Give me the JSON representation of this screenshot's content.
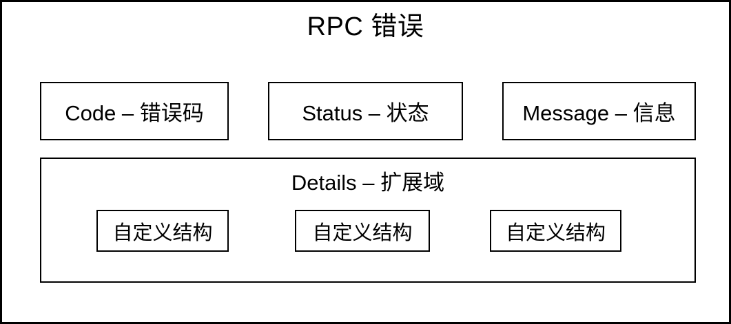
{
  "diagram": {
    "title": "RPC 错误",
    "fields": [
      {
        "label": "Code – 错误码"
      },
      {
        "label": "Status – 状态"
      },
      {
        "label": "Message – 信息"
      }
    ],
    "details": {
      "label": "Details – 扩展域",
      "items": [
        {
          "label": "自定义结构"
        },
        {
          "label": "自定义结构"
        },
        {
          "label": "自定义结构"
        }
      ]
    },
    "colors": {
      "border": "#000000",
      "background": "#ffffff",
      "text": "#000000"
    }
  }
}
